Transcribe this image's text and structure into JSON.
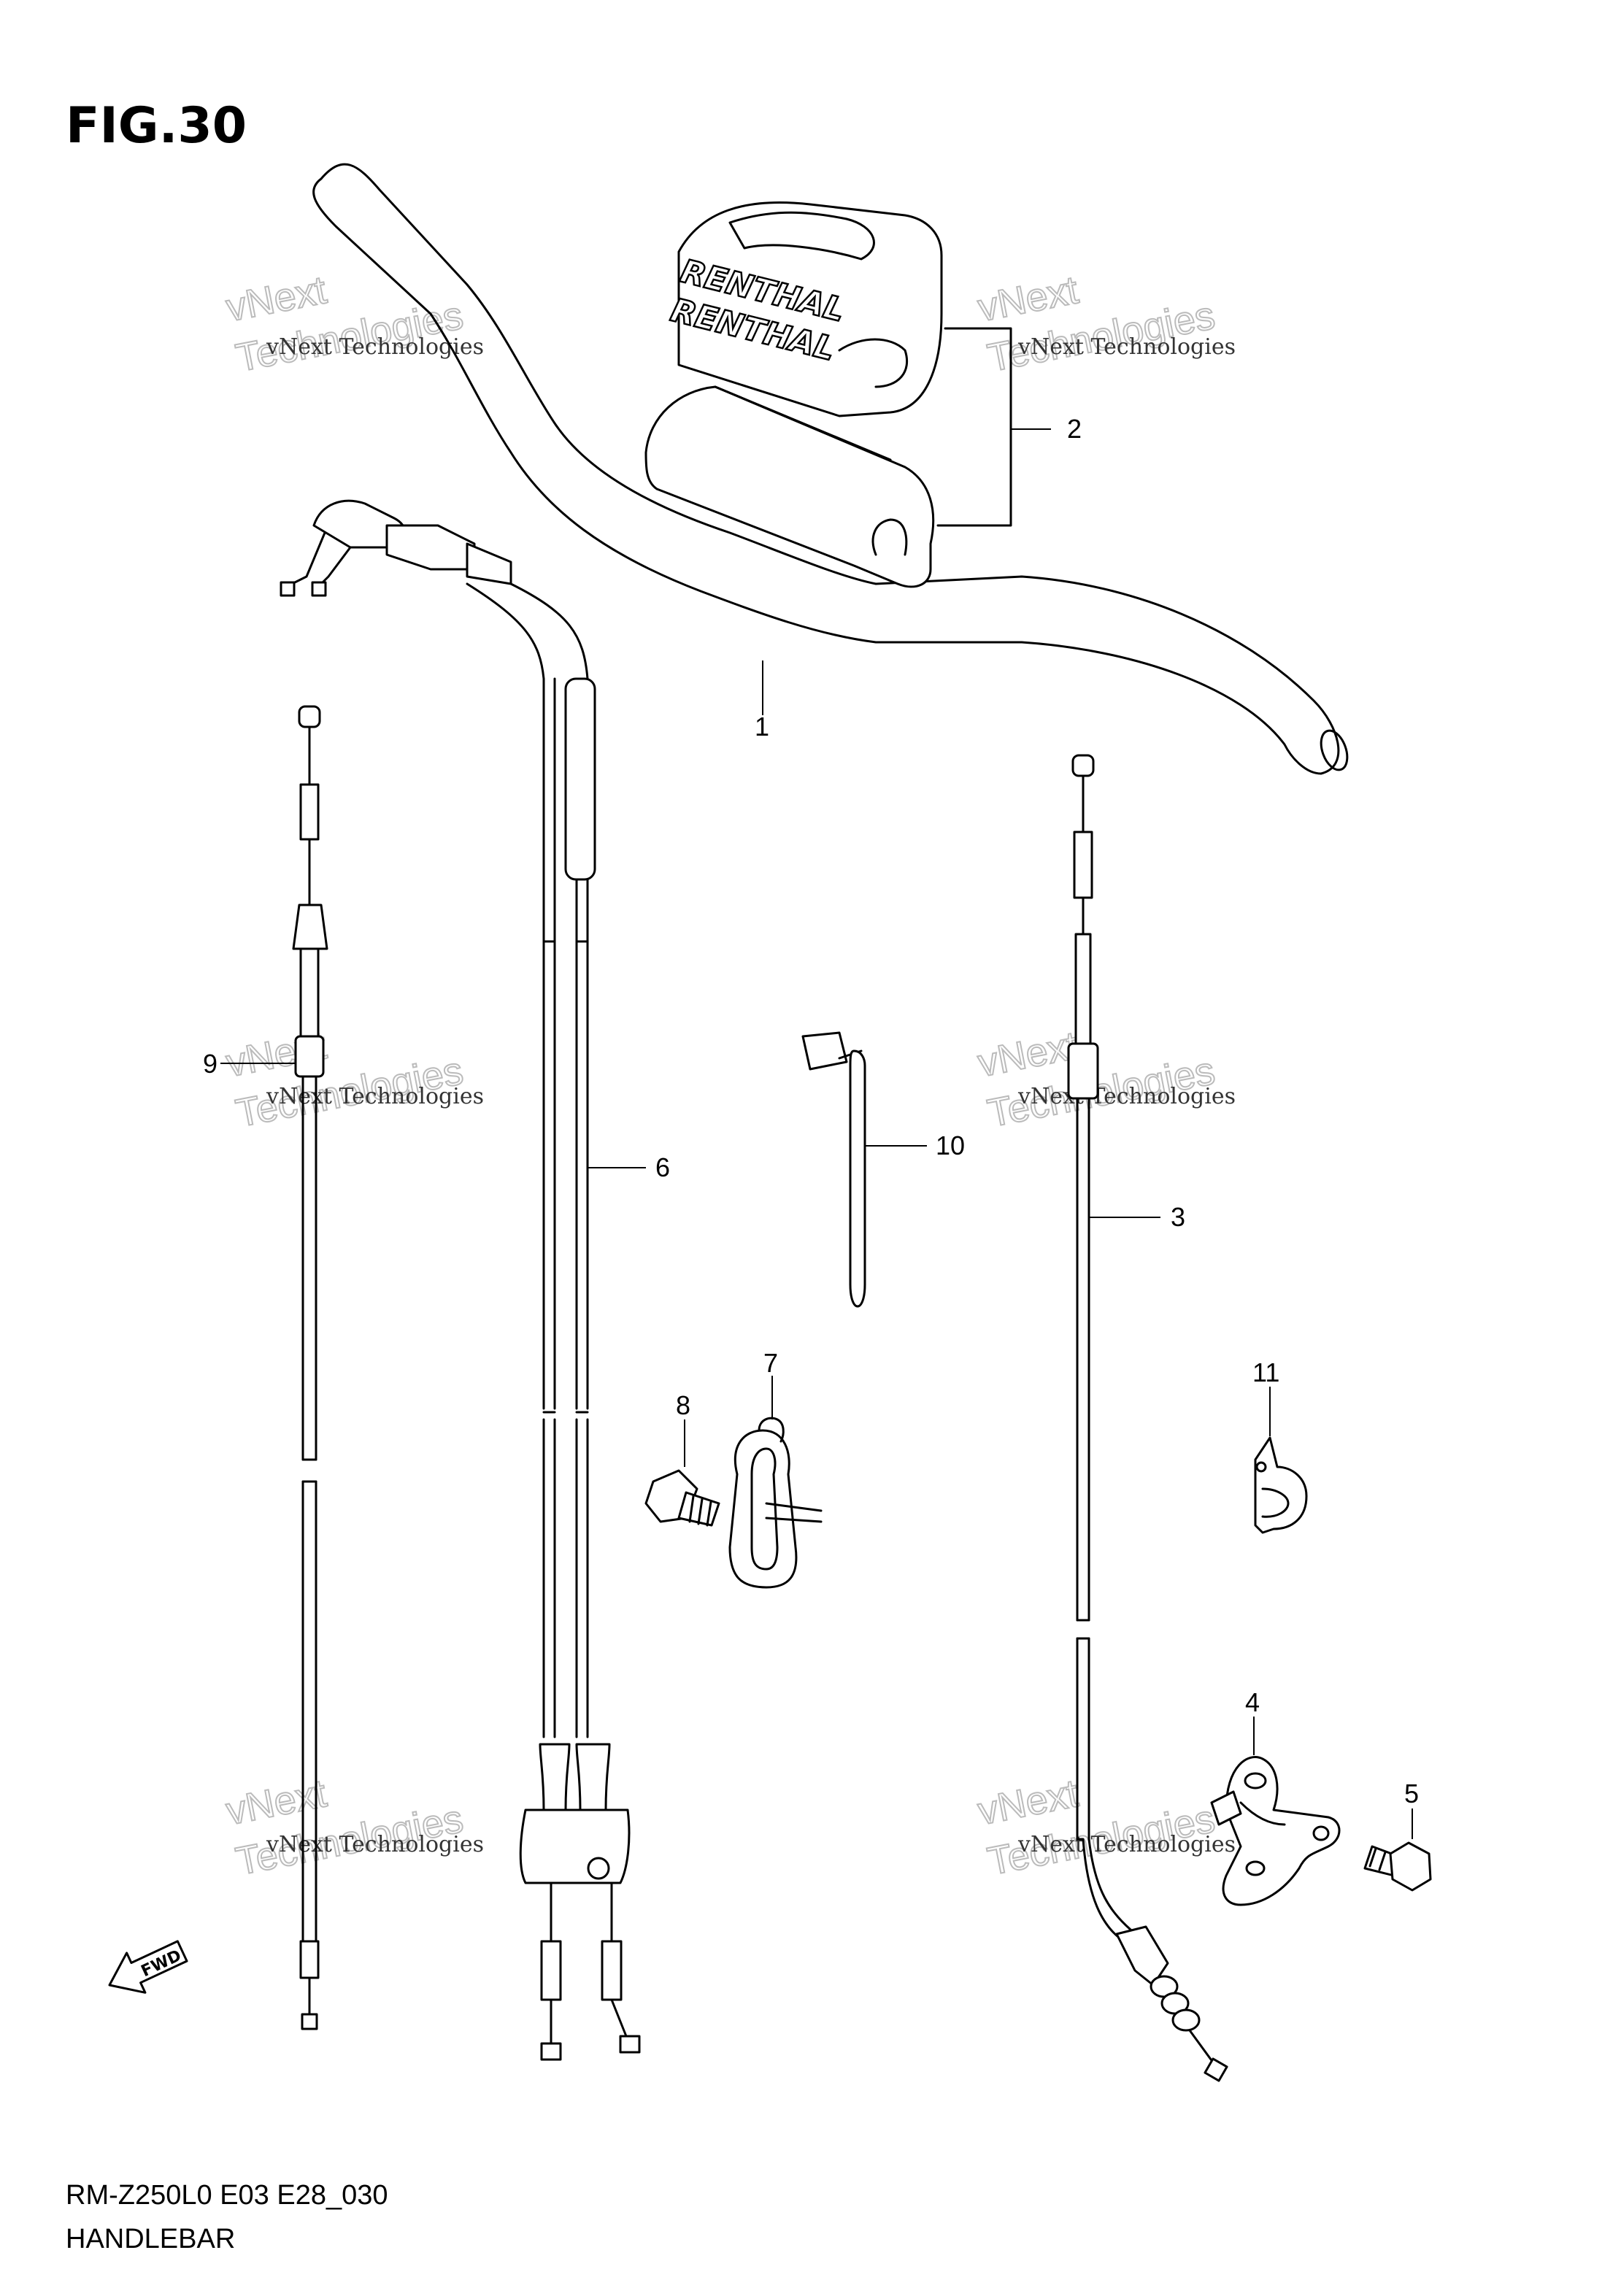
{
  "figure": {
    "title": "FIG.30",
    "model_code": "RM-Z250L0 E03 E28_030",
    "caption": "HANDLEBAR"
  },
  "parts": [
    {
      "ref": "1"
    },
    {
      "ref": "2"
    },
    {
      "ref": "3"
    },
    {
      "ref": "4"
    },
    {
      "ref": "5"
    },
    {
      "ref": "6"
    },
    {
      "ref": "7"
    },
    {
      "ref": "8"
    },
    {
      "ref": "9"
    },
    {
      "ref": "10"
    },
    {
      "ref": "11"
    }
  ],
  "pad_brand": {
    "line1": "RENTHAL",
    "line2": "RENTHAL"
  },
  "fwd_arrow": {
    "label": "FWD"
  },
  "watermark": {
    "line1": "vNext Technologies",
    "line2": "vNext",
    "line3": "Technologies"
  }
}
